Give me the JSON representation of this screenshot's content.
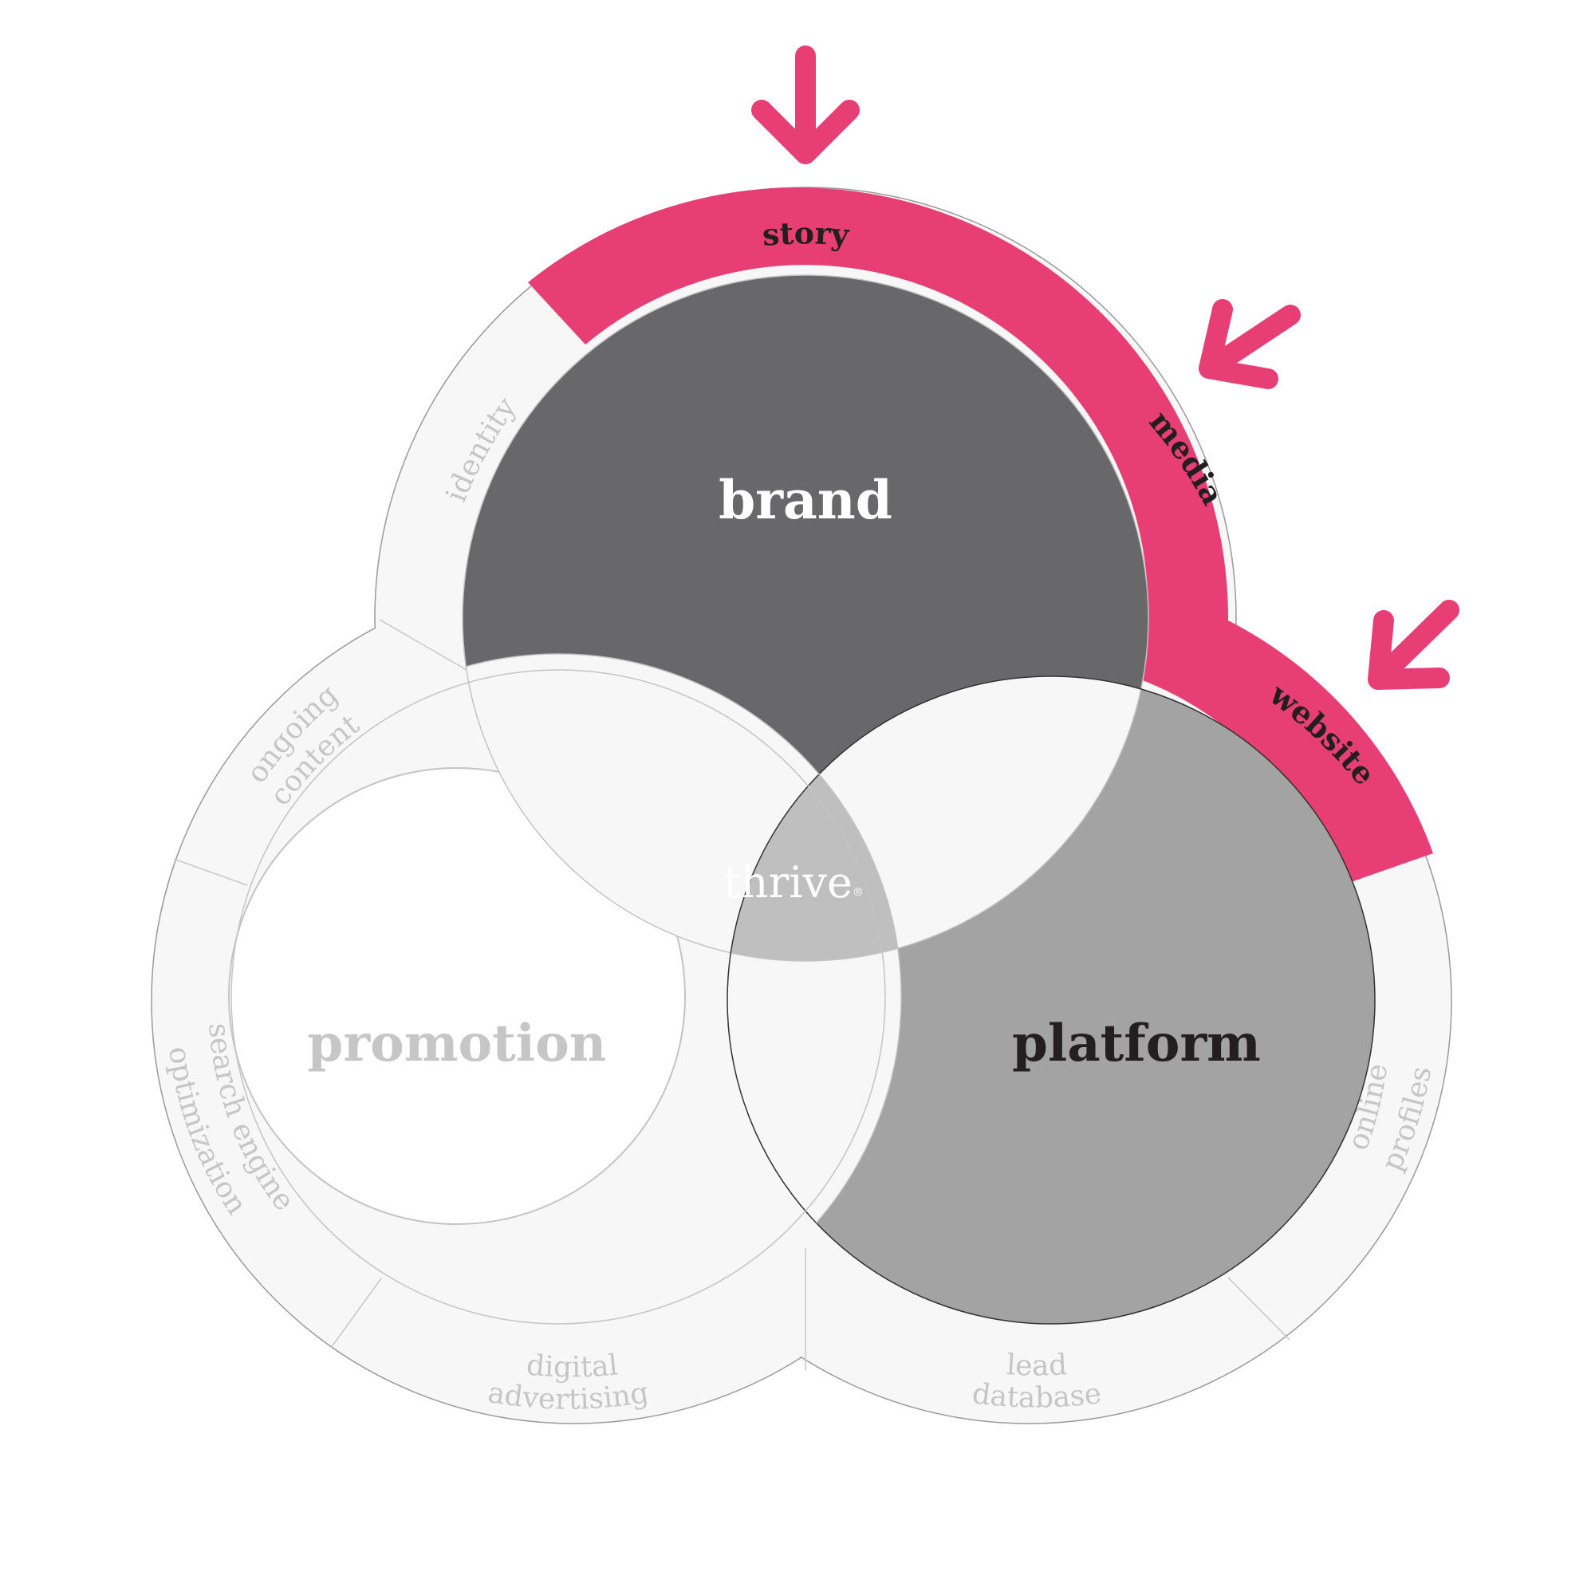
{
  "colors": {
    "accent": "#e83e76",
    "brand_fill": "#68686a",
    "platform_fill": "#a3a3a3",
    "promotion_fill": "#ffffff",
    "overlap_fill": "#f7f7f7",
    "center_fill": "#bfbfbf",
    "ring_fill": "#f7f7f7",
    "ring_line": "#cccccc",
    "dark_text": "#231f20",
    "light_text": "#c6c6c6",
    "white_text": "#ffffff"
  },
  "circles": {
    "brand": {
      "label": "brand"
    },
    "promotion": {
      "label": "promotion"
    },
    "platform": {
      "label": "platform"
    },
    "center": {
      "label": "thrive",
      "mark": "®"
    }
  },
  "ring_labels": {
    "story": "story",
    "media": "media",
    "website": "website",
    "identity": "identity",
    "ongoing": "ongoing",
    "content": "content",
    "search_engine": "search engine",
    "optimization": "optimization",
    "digital": "digital",
    "advertising": "advertising",
    "lead": "lead",
    "database": "database",
    "online": "online",
    "profiles": "profiles"
  },
  "icons": [
    "arrow-down-icon",
    "arrow-down-left-icon",
    "arrow-down-left-icon"
  ]
}
